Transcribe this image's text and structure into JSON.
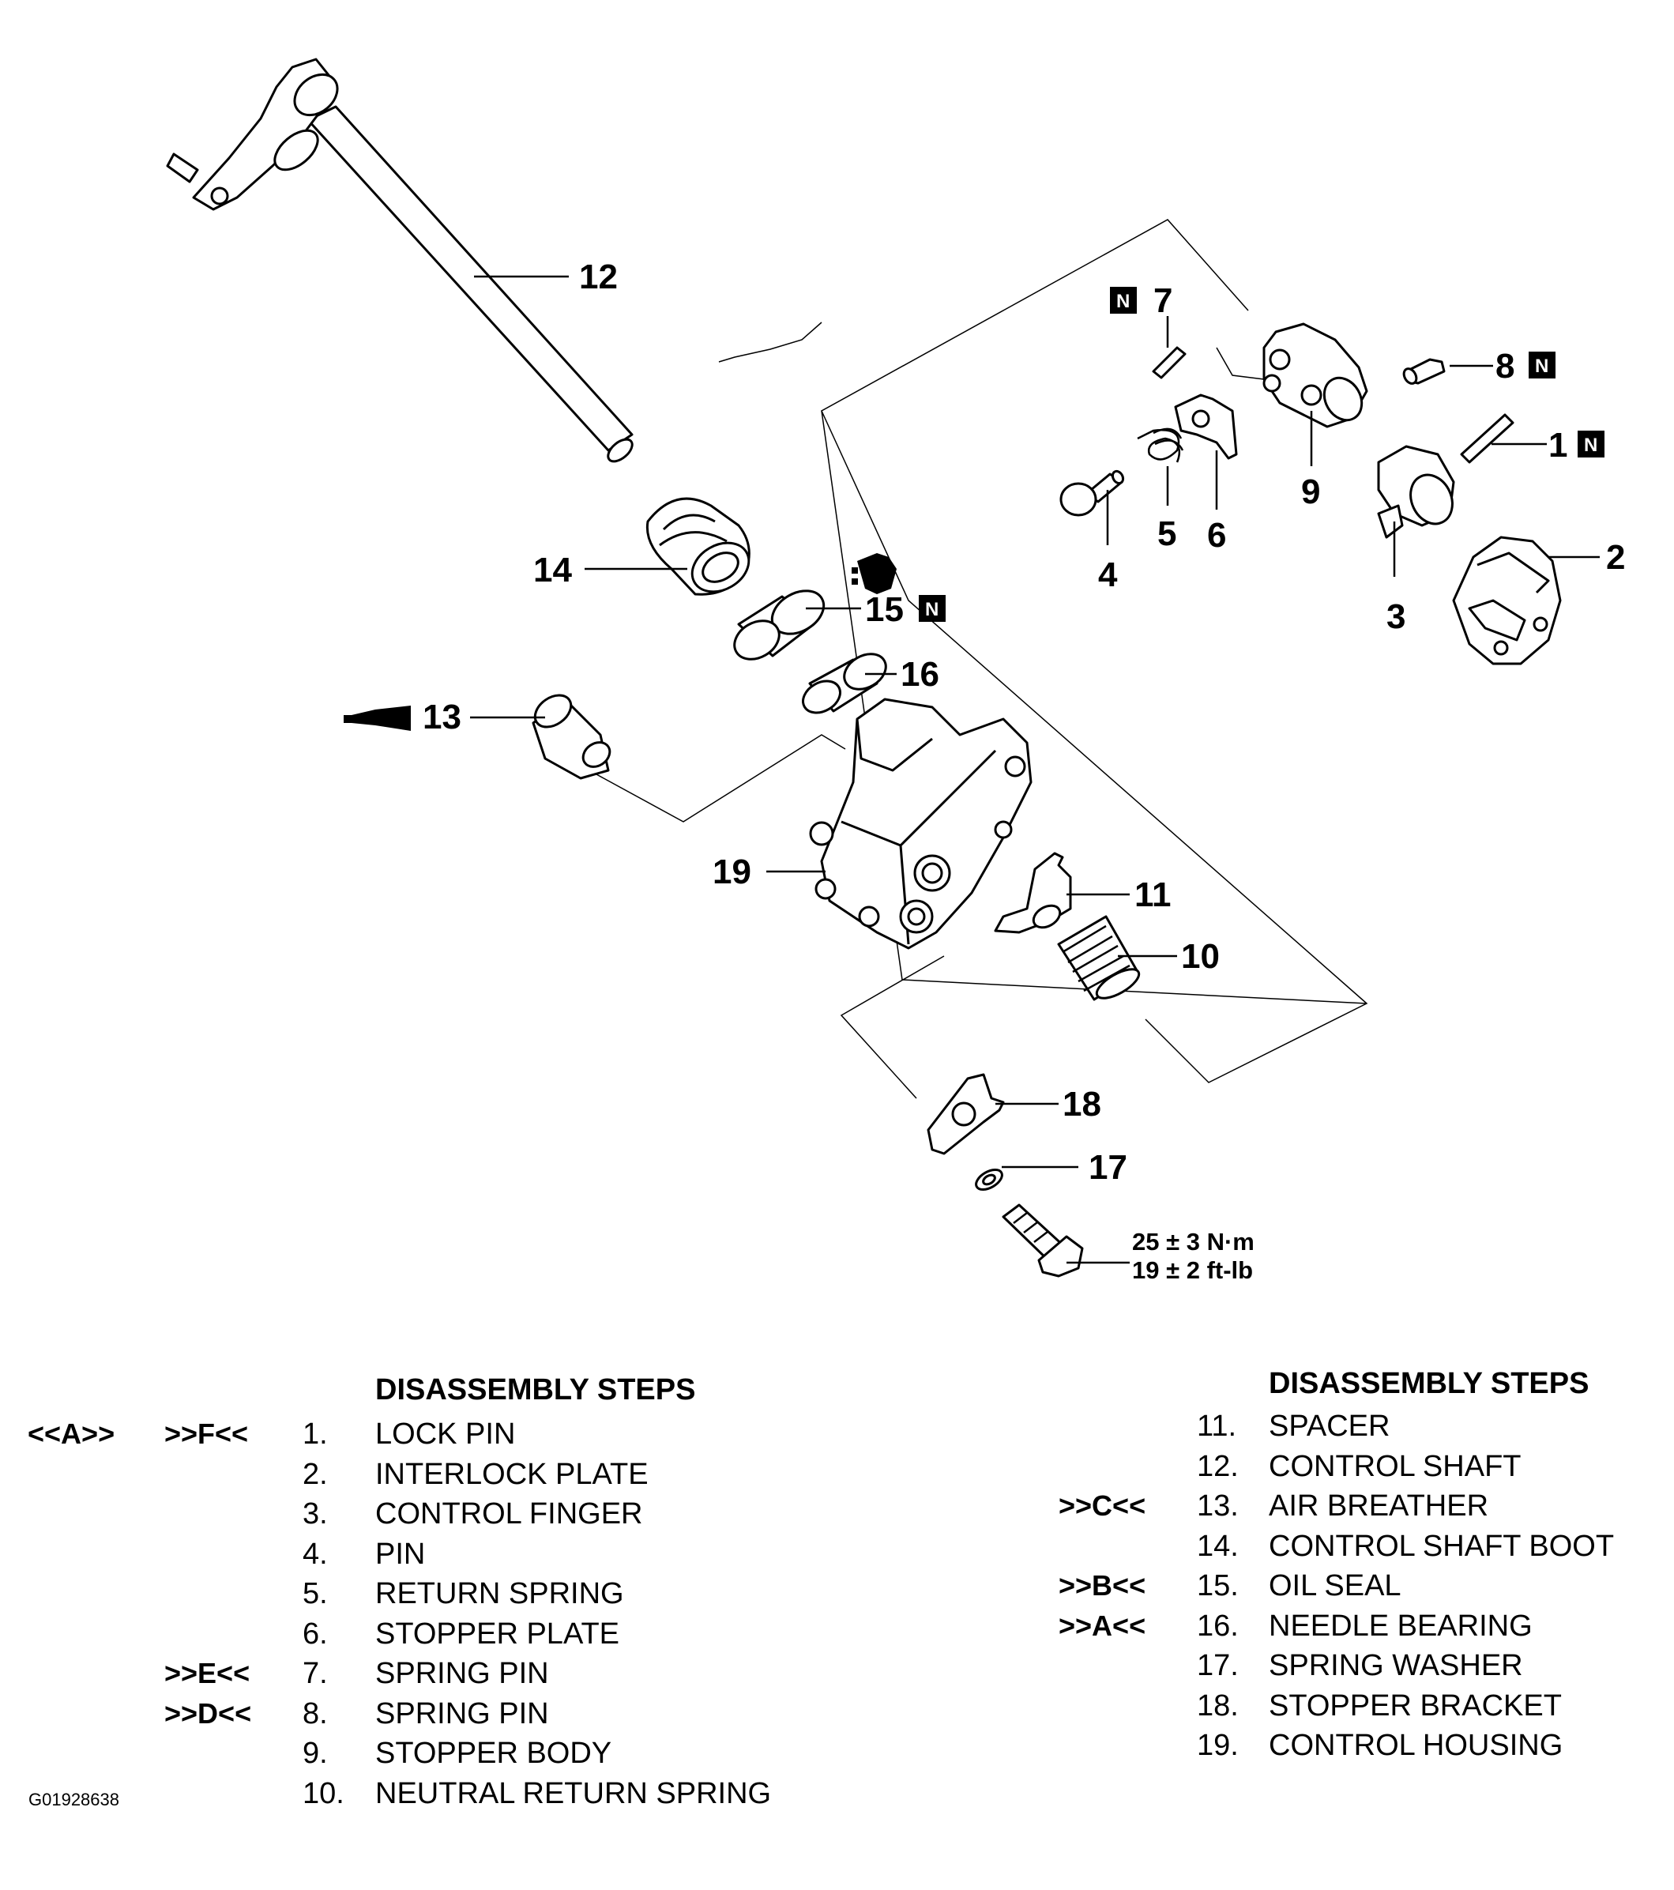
{
  "callouts": {
    "c1": "1",
    "c2": "2",
    "c3": "3",
    "c4": "4",
    "c5": "5",
    "c6": "6",
    "c7": "7",
    "c8": "8",
    "c9": "9",
    "c10": "10",
    "c11": "11",
    "c12": "12",
    "c13": "13",
    "c14": "14",
    "c15": "15",
    "c16": "16",
    "c17": "17",
    "c18": "18",
    "c19": "19"
  },
  "new_part_mark": "N",
  "torque": {
    "metric": "25 ± 3 N·m",
    "imperial": "19 ± 2 ft-lb"
  },
  "left_list": {
    "heading": "DISASSEMBLY STEPS",
    "rows": [
      {
        "mark_a": "<<A>>",
        "mark_b": ">>F<<",
        "num": "1.",
        "name": "LOCK PIN"
      },
      {
        "mark_a": "",
        "mark_b": "",
        "num": "2.",
        "name": "INTERLOCK PLATE"
      },
      {
        "mark_a": "",
        "mark_b": "",
        "num": "3.",
        "name": "CONTROL FINGER"
      },
      {
        "mark_a": "",
        "mark_b": "",
        "num": "4.",
        "name": "PIN"
      },
      {
        "mark_a": "",
        "mark_b": "",
        "num": "5.",
        "name": "RETURN SPRING"
      },
      {
        "mark_a": "",
        "mark_b": "",
        "num": "6.",
        "name": "STOPPER PLATE"
      },
      {
        "mark_a": "",
        "mark_b": ">>E<<",
        "num": "7.",
        "name": "SPRING PIN"
      },
      {
        "mark_a": "",
        "mark_b": ">>D<<",
        "num": "8.",
        "name": "SPRING PIN"
      },
      {
        "mark_a": "",
        "mark_b": "",
        "num": "9.",
        "name": "STOPPER BODY"
      },
      {
        "mark_a": "",
        "mark_b": "",
        "num": "10.",
        "name": "NEUTRAL RETURN SPRING"
      }
    ]
  },
  "right_list": {
    "heading": "DISASSEMBLY STEPS",
    "rows": [
      {
        "mark": "",
        "num": "11.",
        "name": "SPACER"
      },
      {
        "mark": "",
        "num": "12.",
        "name": "CONTROL SHAFT"
      },
      {
        "mark": ">>C<<",
        "num": "13.",
        "name": "AIR BREATHER"
      },
      {
        "mark": "",
        "num": "14.",
        "name": "CONTROL SHAFT BOOT"
      },
      {
        "mark": ">>B<<",
        "num": "15.",
        "name": "OIL SEAL"
      },
      {
        "mark": ">>A<<",
        "num": "16.",
        "name": "NEEDLE BEARING"
      },
      {
        "mark": "",
        "num": "17.",
        "name": "SPRING WASHER"
      },
      {
        "mark": "",
        "num": "18.",
        "name": "STOPPER BRACKET"
      },
      {
        "mark": "",
        "num": "19.",
        "name": "CONTROL HOUSING"
      }
    ]
  },
  "figure_code": "G01928638"
}
